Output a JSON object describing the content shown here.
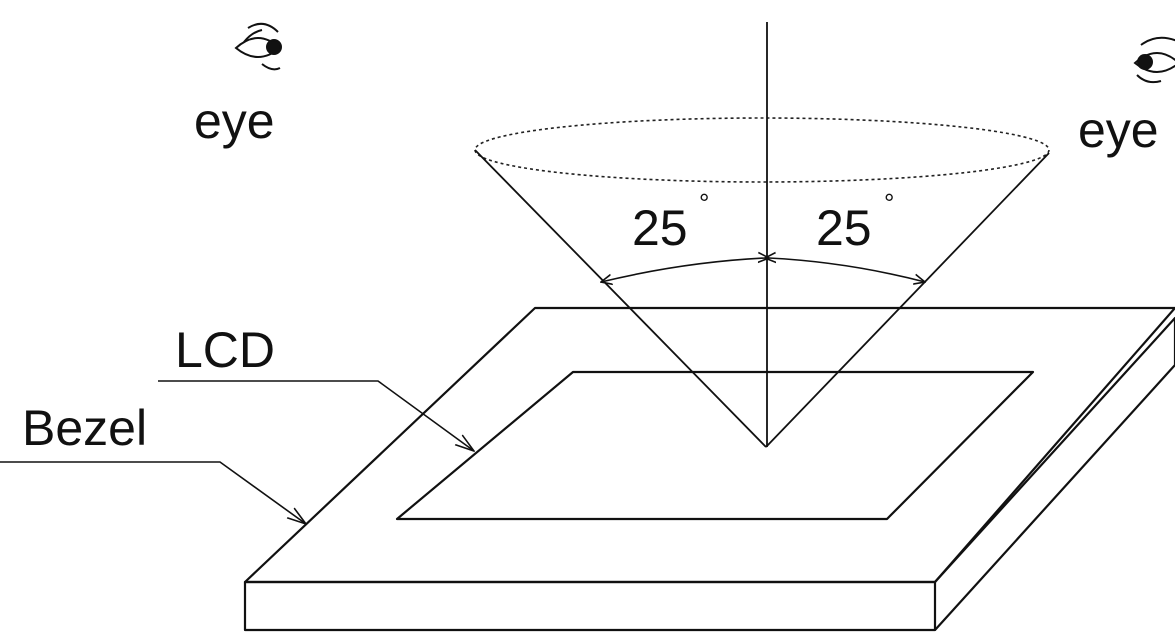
{
  "diagram": {
    "labels": {
      "eye_left": "eye",
      "eye_right": "eye",
      "angle_left": "25",
      "angle_right": "25",
      "degree_mark": "°",
      "lcd": "LCD",
      "bezel": "Bezel"
    },
    "viewing_angle_degrees": 25,
    "icons": {
      "eye_left": "eye-icon",
      "eye_right": "eye-icon"
    },
    "colors": {
      "ink": "#111111",
      "paper": "#ffffff"
    }
  }
}
